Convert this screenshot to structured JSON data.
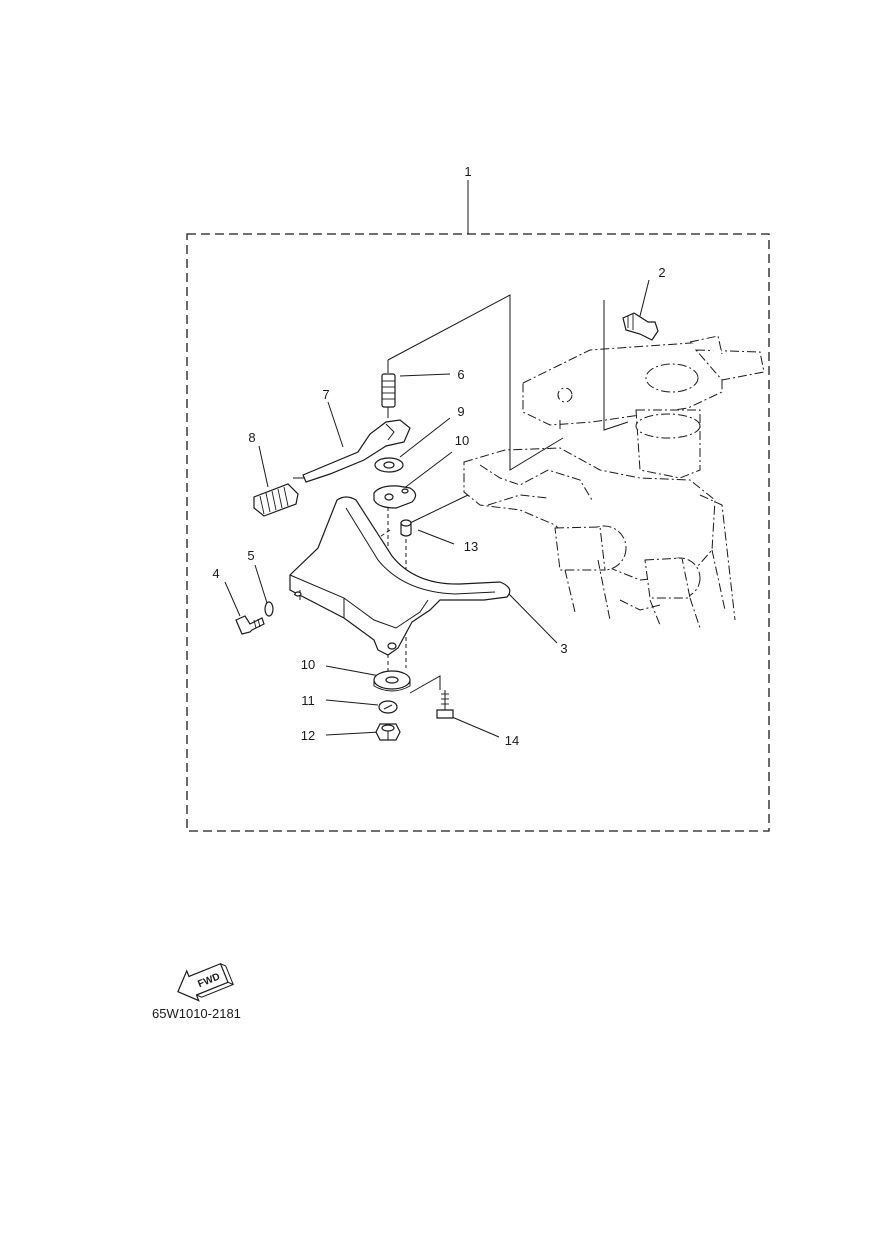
{
  "callouts": {
    "c1": "1",
    "c2": "2",
    "c3": "3",
    "c4": "4",
    "c5": "5",
    "c6": "6",
    "c7": "7",
    "c8": "8",
    "c9": "9",
    "c10a": "10",
    "c10b": "10",
    "c11": "11",
    "c12": "12",
    "c13": "13",
    "c14": "14"
  },
  "fwd_label": "FWD",
  "part_code": "65W1010-2181"
}
